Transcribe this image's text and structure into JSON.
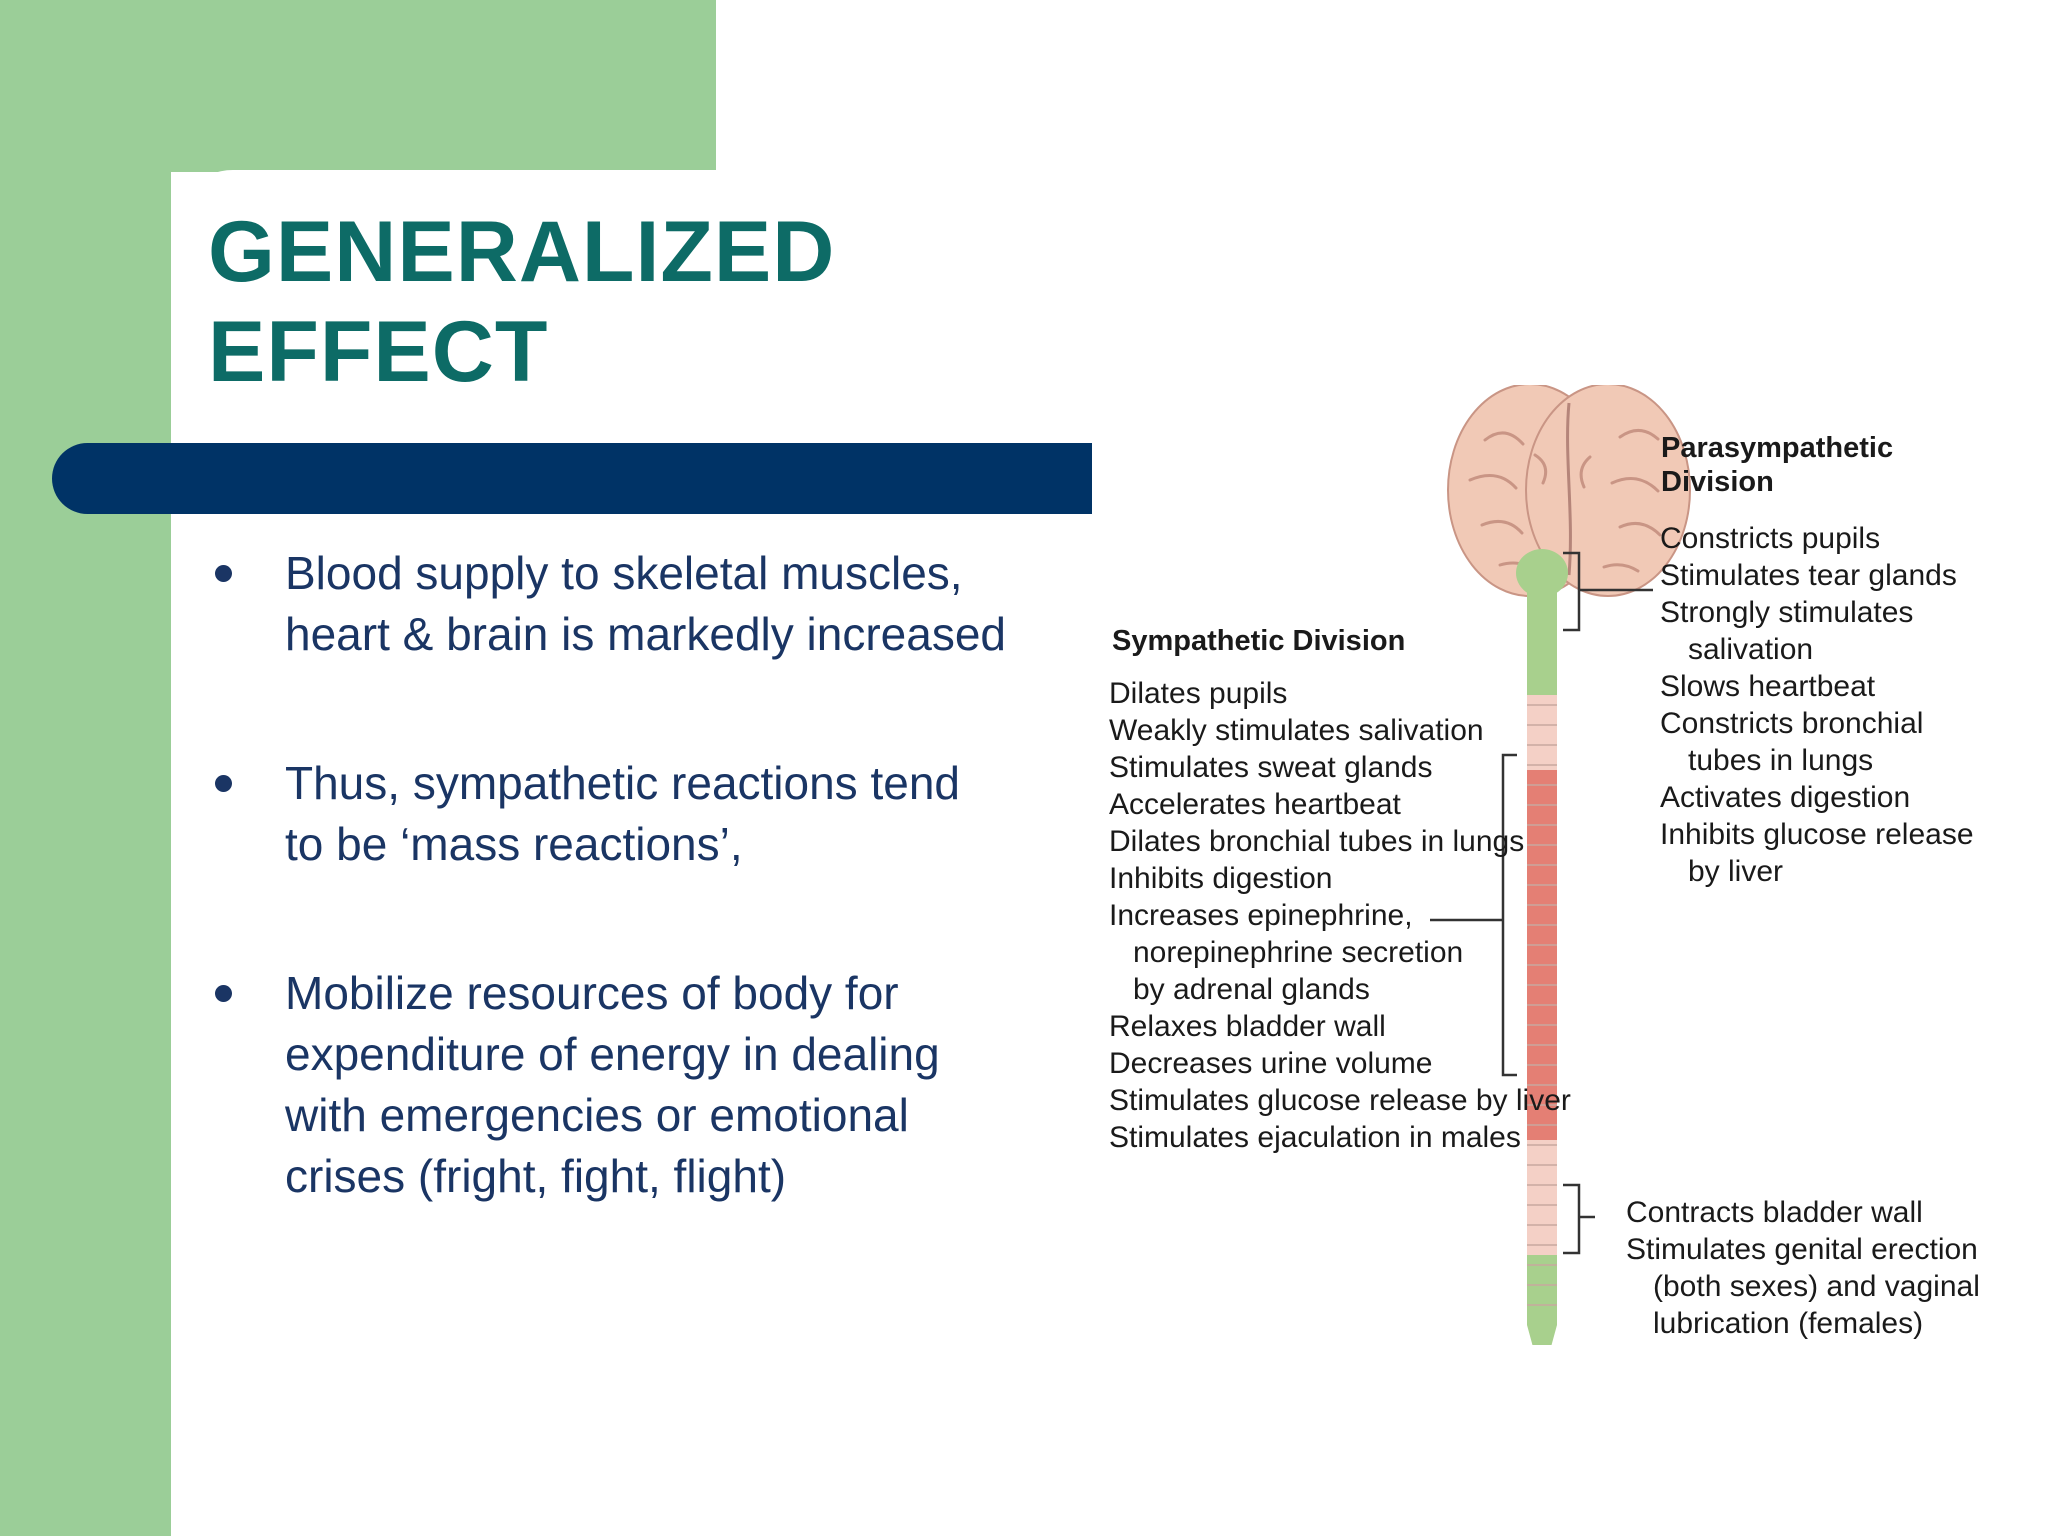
{
  "slide": {
    "title_lines": [
      "GENERALIZED",
      "EFFECT"
    ],
    "bullets": [
      "Blood supply to skeletal muscles, heart & brain is markedly increased",
      "Thus, sympathetic reactions tend to be ‘mass reactions’,",
      "Mobilize resources of body for expenditure of energy in dealing with emergencies or emotional crises (fright, fight, flight)"
    ]
  },
  "diagram": {
    "parasympathetic": {
      "title": [
        "Parasympathetic",
        "Division"
      ],
      "cranial_effects": [
        "Constricts pupils",
        "Stimulates tear glands",
        "Strongly stimulates",
        "salivation",
        "Slows heartbeat",
        "Constricts bronchial",
        "tubes in lungs",
        "Activates digestion",
        "Inhibits glucose release",
        "by liver"
      ],
      "sacral_effects": [
        "Contracts bladder wall",
        "Stimulates genital erection",
        "(both sexes) and vaginal",
        "lubrication (females)"
      ]
    },
    "sympathetic": {
      "title": "Sympathetic Division",
      "effects": [
        "Dilates pupils",
        "Weakly stimulates salivation",
        "Stimulates sweat glands",
        "Accelerates heartbeat",
        "Dilates bronchial tubes in lungs",
        "Inhibits digestion",
        "Increases epinephrine,",
        "norepinephrine secretion",
        "by adrenal glands",
        "Relaxes bladder wall",
        "Decreases urine volume",
        "Stimulates glucose release by liver",
        "Stimulates ejaculation in males"
      ]
    },
    "colors": {
      "brain": "#f1c9b6",
      "parasympathetic_segment": "#a8d08d",
      "sympathetic_segment": "#e47f74",
      "cord_segment": "#f4d0c6"
    }
  }
}
